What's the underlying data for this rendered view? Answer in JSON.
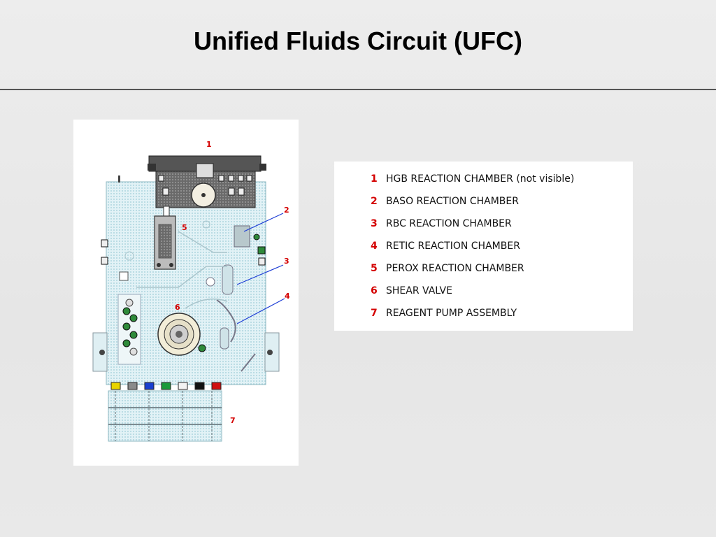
{
  "slide": {
    "title": "Unified Fluids Circuit (UFC)"
  },
  "diagram": {
    "callouts": [
      "1",
      "2",
      "3",
      "4",
      "5",
      "6",
      "7"
    ]
  },
  "legend": {
    "items": [
      {
        "number": "1",
        "label": "HGB REACTION CHAMBER (not visible)"
      },
      {
        "number": "2",
        "label": "BASO REACTION CHAMBER"
      },
      {
        "number": "3",
        "label": "RBC REACTION CHAMBER"
      },
      {
        "number": "4",
        "label": "RETIC REACTION CHAMBER"
      },
      {
        "number": "5",
        "label": "PEROX REACTION CHAMBER"
      },
      {
        "number": "6",
        "label": "SHEAR VALVE"
      },
      {
        "number": "7",
        "label": "REAGENT PUMP ASSEMBLY"
      }
    ]
  },
  "colors": {
    "callout": "#d40000",
    "leader_line": "#1f3fd6",
    "board": "#d7ecf1",
    "fittings": [
      "#e8d400",
      "#8a8a8a",
      "#1a3fcf",
      "#1a9a3a",
      "#f2f2f2",
      "#111111",
      "#d01010"
    ]
  }
}
